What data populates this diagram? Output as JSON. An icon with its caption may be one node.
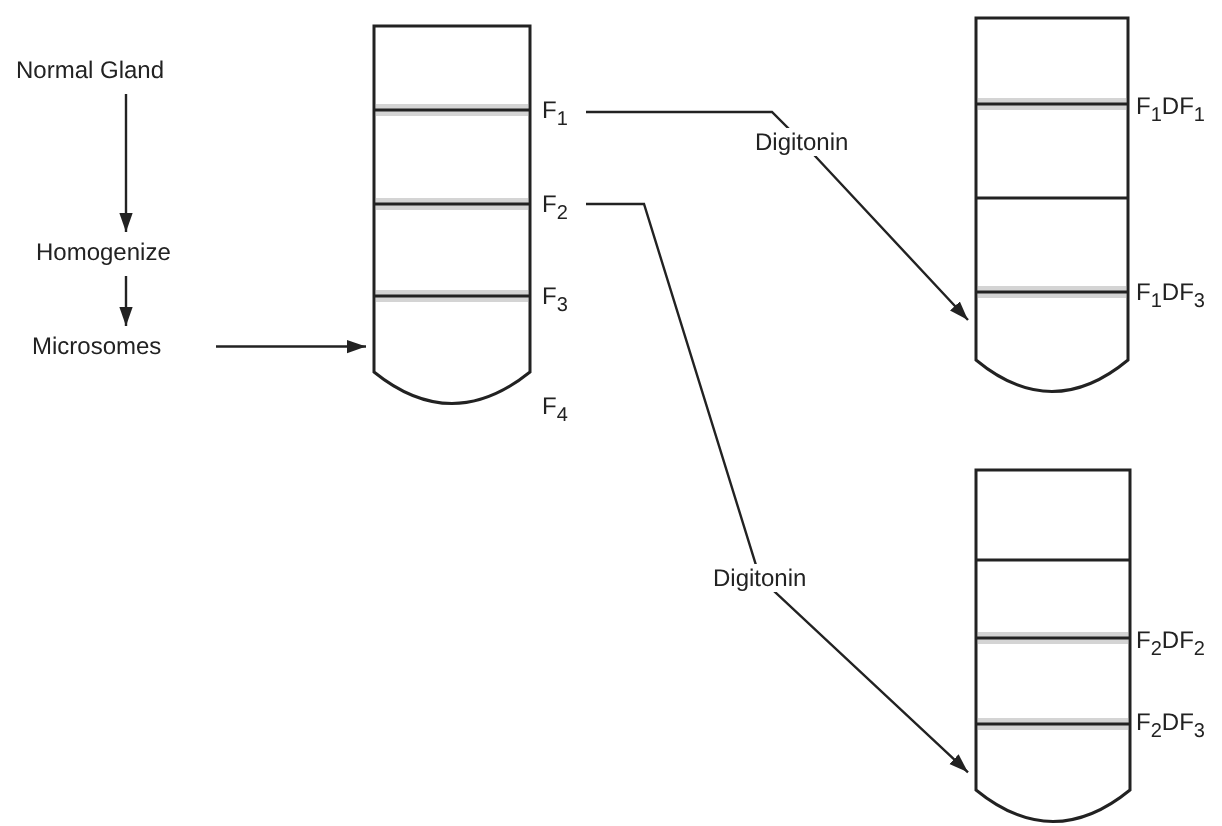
{
  "diagram": {
    "nodes": [
      {
        "text": [
          "Normal Gland"
        ]
      },
      {
        "text": [
          "Homogenize"
        ]
      },
      {
        "text": [
          "Microsomes"
        ]
      },
      {
        "text": [],
        "shape": "tube",
        "beside": [
          "F$_{3}$",
          "F$_{4}$"
        ]
      },
      {
        "text": [
          "F$_{1}$"
        ]
      },
      {
        "text": [
          "F$_{2}$"
        ]
      },
      {
        "text": [],
        "shape": "tube",
        "beside": [
          "F$_{1}$DF$_{1}$",
          "F$_{1}$DF$_{3}$"
        ]
      },
      {
        "text": [],
        "shape": "tube",
        "beside": [
          "F$_{2}$DF$_{2}$",
          "F$_{2}$DF$_{3}$"
        ]
      }
    ],
    "edges": [
      {
        "from": 0,
        "to": 1,
        "arrow": "to"
      },
      {
        "from": 1,
        "to": 2,
        "arrow": "to"
      },
      {
        "from": 2,
        "to": 3,
        "arrow": "to"
      },
      {
        "from": 4,
        "to": 6,
        "arrow": "to",
        "label": "Digitonin"
      },
      {
        "from": 5,
        "to": 7,
        "arrow": "to",
        "label": "Digitonin"
      }
    ]
  }
}
